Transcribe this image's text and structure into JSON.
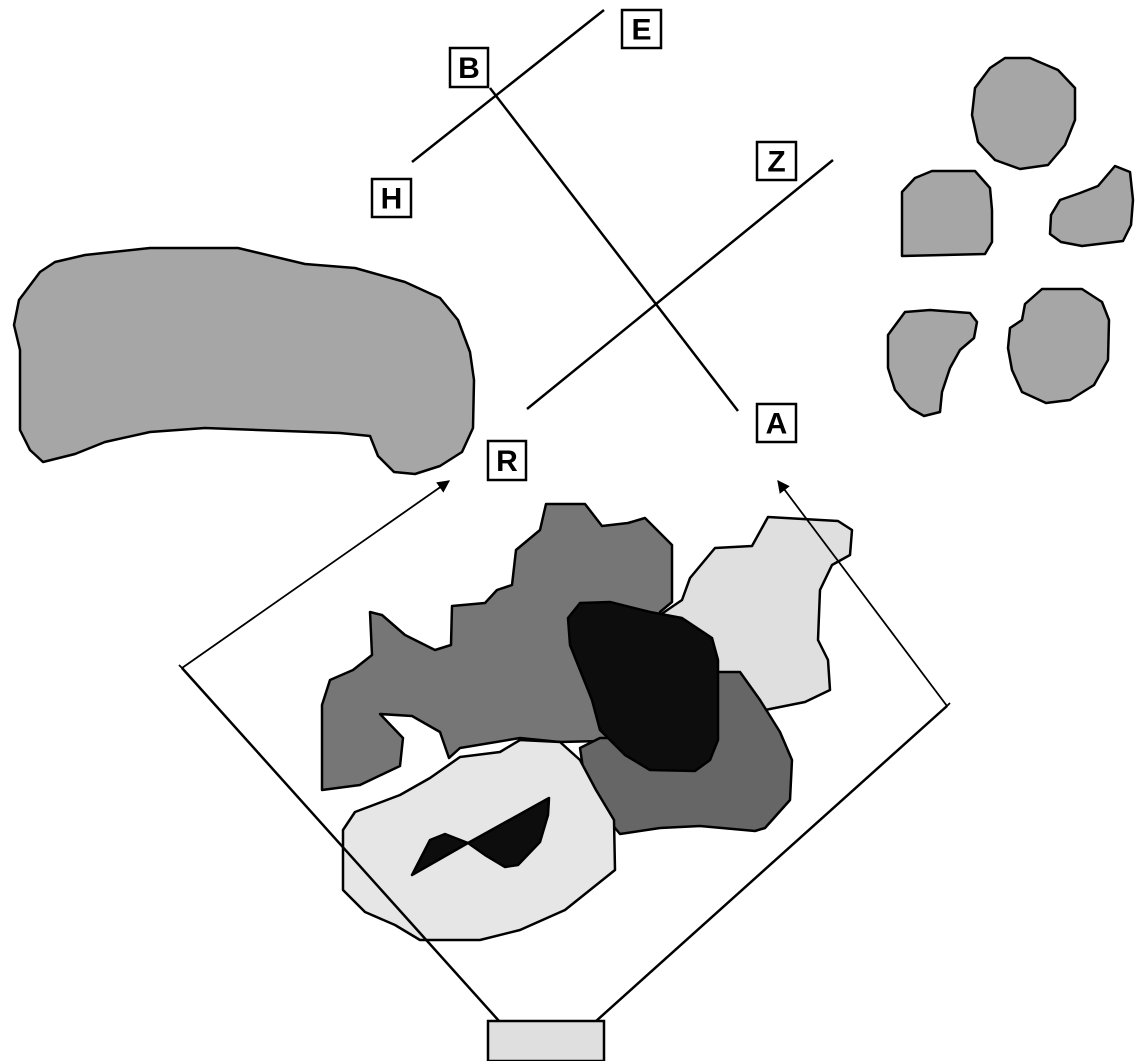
{
  "labels": {
    "E": "E",
    "B": "B",
    "H": "H",
    "Z": "Z",
    "A": "A",
    "R": "R"
  },
  "colors": {
    "medium_gray": "#a6a6a6",
    "dark_gray": "#767676",
    "darker_gray": "#666666",
    "light_gray": "#dfdfdf",
    "lighter_gray": "#e6e6e6",
    "black": "#0d0d0d",
    "stroke": "#000000"
  }
}
